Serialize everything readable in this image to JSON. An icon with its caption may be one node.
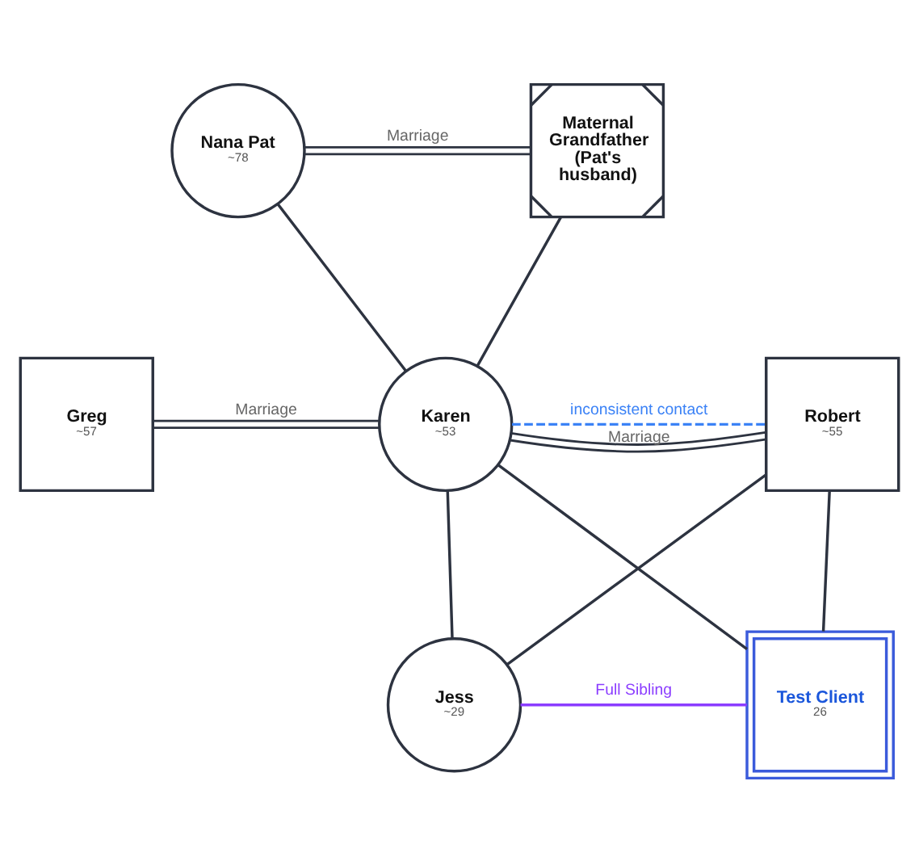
{
  "diagram": {
    "nodes": [
      {
        "text": [
          "Nana Pat",
          "~78"
        ]
      },
      {
        "text": [
          "Maternal Grandfather (Pat's husband)"
        ]
      },
      {
        "text": [
          "Greg",
          "~57"
        ]
      },
      {
        "text": [
          "Karen",
          "~53"
        ]
      },
      {
        "text": [
          "Robert",
          "~55"
        ]
      },
      {
        "text": [
          "Jess",
          "~29"
        ]
      },
      {
        "text": [
          "Test Client",
          "26"
        ]
      }
    ],
    "edges": [
      {
        "from": 0,
        "to": 1,
        "arrow": "none",
        "label": "Marriage"
      },
      {
        "from": 0,
        "to": 3,
        "arrow": "none"
      },
      {
        "from": 1,
        "to": 3,
        "arrow": "none"
      },
      {
        "from": 2,
        "to": 3,
        "arrow": "none",
        "label": "Marriage"
      },
      {
        "from": 3,
        "to": 4,
        "arrow": "none",
        "label": "Marriage"
      },
      {
        "from": 3,
        "to": 4,
        "arrow": "none",
        "label": "inconsistent contact",
        "style": "dashed",
        "color": "#3b82f6"
      },
      {
        "from": 3,
        "to": 5,
        "arrow": "none"
      },
      {
        "from": 4,
        "to": 5,
        "arrow": "none"
      },
      {
        "from": 3,
        "to": 6,
        "arrow": "none"
      },
      {
        "from": 4,
        "to": 6,
        "arrow": "none"
      },
      {
        "from": 5,
        "to": 6,
        "arrow": "none",
        "label": "Full Sibling",
        "color": "#8b3dff"
      }
    ]
  }
}
